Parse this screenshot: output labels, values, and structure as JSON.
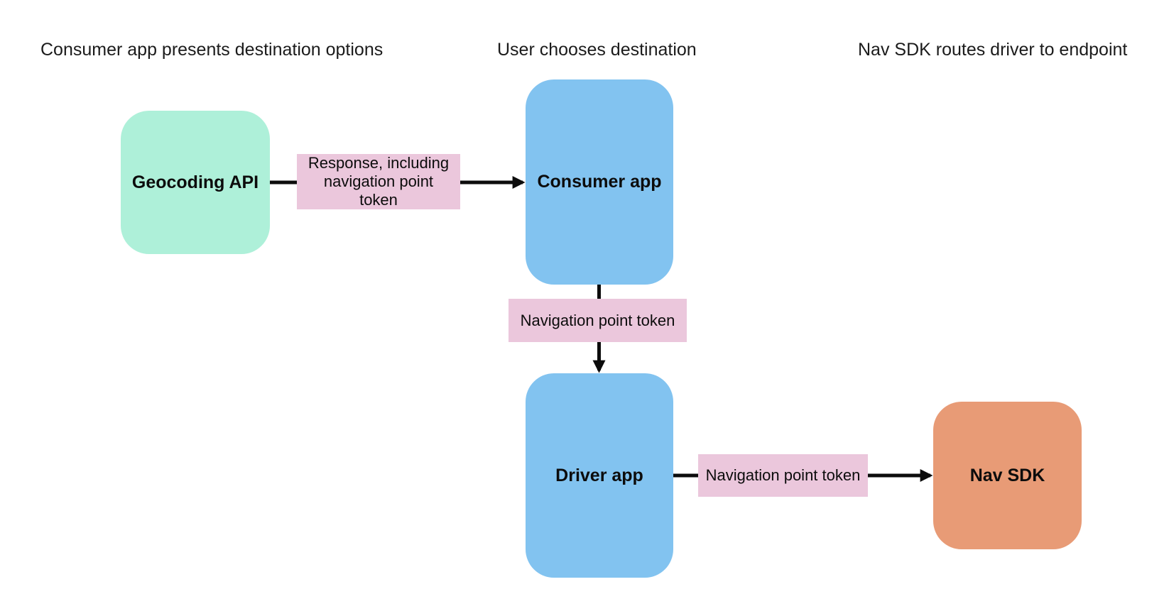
{
  "diagram": {
    "column_headers": [
      "Consumer app presents destination options",
      "User chooses destination",
      "Nav SDK routes driver to endpoint"
    ],
    "nodes": [
      {
        "id": "geocoding-api",
        "label": "Geocoding API",
        "fill": "#AEF0D9"
      },
      {
        "id": "consumer-app",
        "label": "Consumer app",
        "fill": "#82C3F0"
      },
      {
        "id": "driver-app",
        "label": "Driver app",
        "fill": "#82C3F0"
      },
      {
        "id": "nav-sdk",
        "label": "Nav SDK",
        "fill": "#E89B76"
      }
    ],
    "edges": [
      {
        "from": "Geocoding API",
        "to": "Consumer app",
        "label": "Response, including\nnavigation point\ntoken",
        "label_fill": "#EBC7DC"
      },
      {
        "from": "Consumer app",
        "to": "Driver app",
        "label": "Navigation point token",
        "label_fill": "#EBC7DC"
      },
      {
        "from": "Driver app",
        "to": "Nav SDK",
        "label": "Navigation point token",
        "label_fill": "#EBC7DC"
      }
    ],
    "arrow_color": "#0C0C0C",
    "background_color": "#FFFFFF"
  }
}
